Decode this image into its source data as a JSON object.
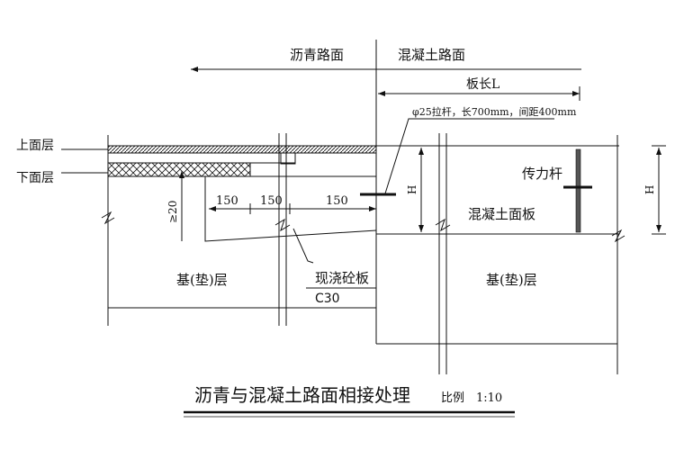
{
  "labels": {
    "asphalt_pavement": "沥青路面",
    "concrete_pavement": "混凝土路面",
    "slab_length": "板长L",
    "tie_bar_spec": "φ25拉杆，长700mm，间距400mm",
    "upper_layer": "上面层",
    "lower_layer": "下面层",
    "dowel_bar": "传力杆",
    "concrete_slab": "混凝土面板",
    "base_left": "基(垫)层",
    "base_right": "基(垫)层",
    "cast_in_place_slab": "现浇砼板",
    "concrete_grade": "C30",
    "dim_ge20": "≥20",
    "dim_150_a": "150",
    "dim_150_b": "150",
    "dim_150_c": "150",
    "height_left": "H",
    "height_right": "H"
  },
  "title": {
    "main": "沥青与混凝土路面相接处理",
    "scale": "比例　1:10"
  }
}
